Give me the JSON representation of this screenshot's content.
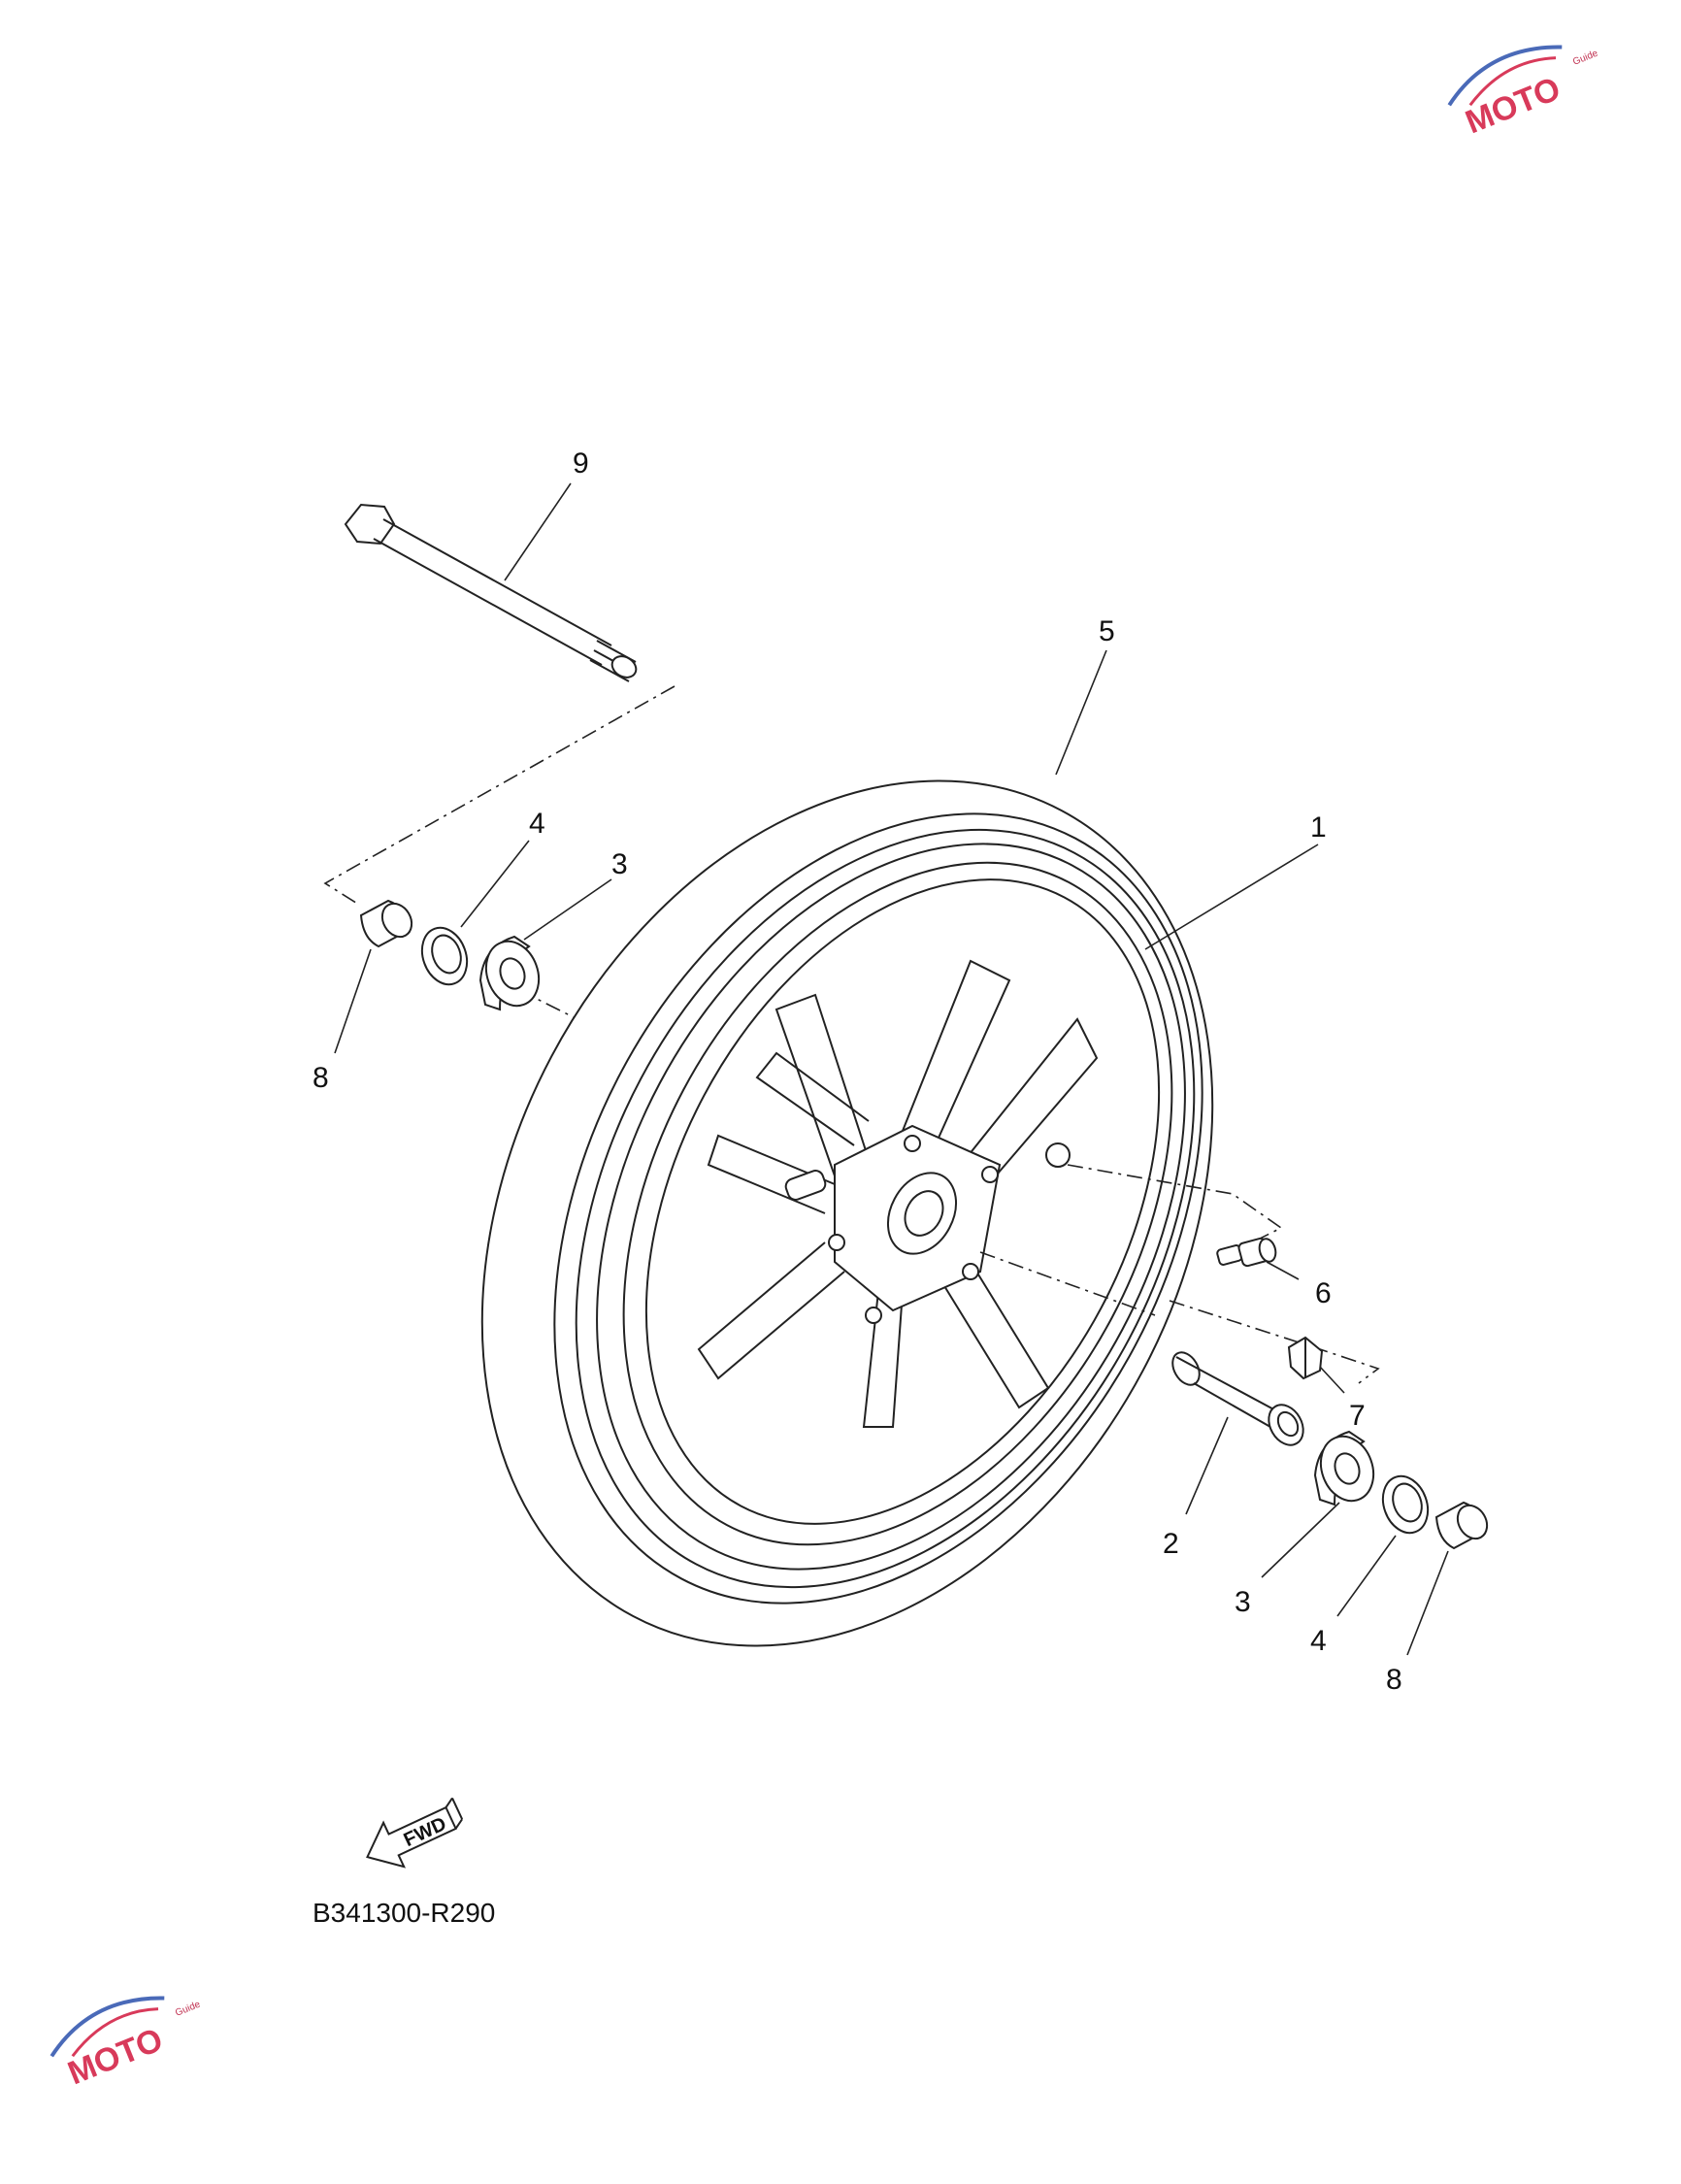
{
  "callouts": {
    "c1": "1",
    "c2": "2",
    "c3a": "3",
    "c3b": "3",
    "c4a": "4",
    "c4b": "4",
    "c5": "5",
    "c6": "6",
    "c7": "7",
    "c8a": "8",
    "c8b": "8",
    "c9": "9"
  },
  "fwd_label": "FWD",
  "diagram_code": "B341300-R290",
  "watermark": {
    "logo_text": "MOTO",
    "logo_subtext": "Guide",
    "accent_color": "#d83a5a",
    "secondary_color": "#4a6ab8"
  }
}
